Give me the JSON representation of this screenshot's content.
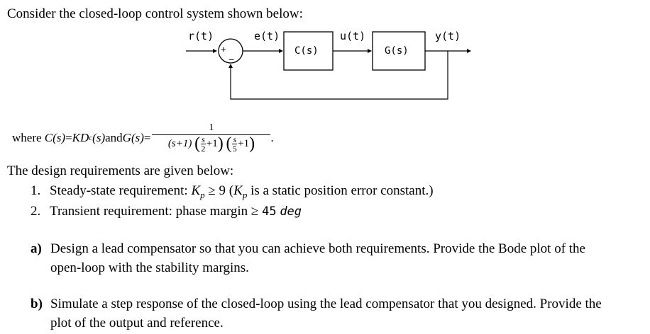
{
  "intro": "Consider the closed-loop control system shown below:",
  "diagram": {
    "signals": {
      "r": "r(t)",
      "e": "e(t)",
      "u": "u(t)",
      "y": "y(t)"
    },
    "blocks": {
      "controller": "C(s)",
      "plant": "G(s)"
    },
    "summing_plus": "+",
    "summing_minus": "−"
  },
  "where_line": {
    "prefix": "where",
    "c_def_left": "C(s)",
    "c_def_eq": " = ",
    "c_def_right": "KD",
    "c_sub": "c",
    "c_def_tail": "(s)",
    "and_text": " and ",
    "g_def": "G(s)",
    "eq": " = ",
    "numerator": "1",
    "den_first": "(s+1)",
    "den_frac1_num": "s",
    "den_frac1_den": "2",
    "den_frac2_num": "s",
    "den_frac2_den": "5",
    "plus_one": "+1",
    "period": "."
  },
  "requirements_heading": "The design requirements are given below:",
  "requirements": [
    {
      "num": "1.",
      "lead": "Steady-state requirement: ",
      "sym": "K",
      "sub": "p",
      "rel": " ≥ 9 (",
      "tail": " is a static position error constant.)"
    },
    {
      "num": "2.",
      "lead": "Transient requirement: phase margin ≥ ",
      "value": "45",
      "unit": "deg"
    }
  ],
  "tasks": [
    {
      "label": "a)",
      "line1": "Design a lead compensator so that you can achieve both requirements. Provide the Bode plot of the",
      "line2": "open-loop with the stability margins."
    },
    {
      "label": "b)",
      "line1": "Simulate a step response of the closed-loop using the lead compensator that you designed. Provide the",
      "line2": "plot of the output and reference."
    }
  ]
}
